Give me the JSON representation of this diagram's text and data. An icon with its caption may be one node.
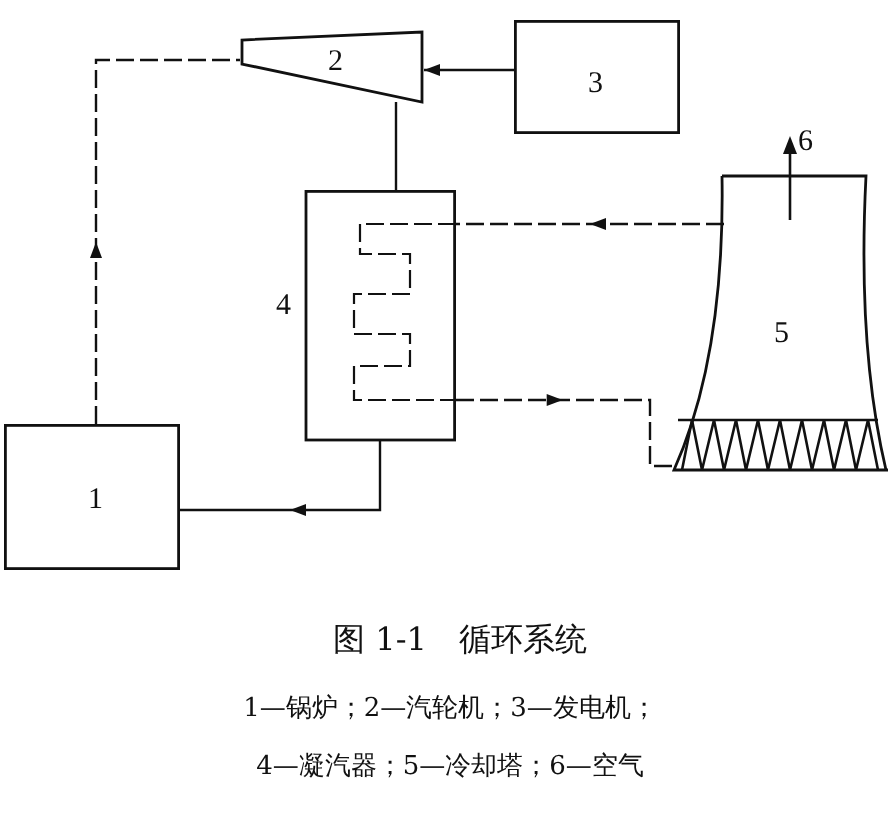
{
  "diagram": {
    "caption": "图 1-1　循环系统",
    "nodes": [
      {
        "text": [
          "1"
        ]
      },
      {
        "text": [
          "2"
        ]
      },
      {
        "text": [
          "3"
        ]
      },
      {
        "text": [
          "4"
        ]
      },
      {
        "text": [
          "5"
        ],
        "beside": [
          "6"
        ]
      }
    ],
    "edges": [
      {
        "from": 0,
        "to": 1,
        "arrow": "to",
        "style": "dashed"
      },
      {
        "from": 2,
        "to": 1,
        "arrow": "to"
      },
      {
        "from": 1,
        "to": 3,
        "arrow": "none"
      },
      {
        "from": 3,
        "to": 0,
        "arrow": "to"
      },
      {
        "from": 4,
        "to": 3,
        "arrow": "to",
        "style": "dashed"
      },
      {
        "from": 3,
        "to": 4,
        "arrow": "to",
        "style": "dashed"
      }
    ],
    "labels": [
      "1—锅炉；2—汽轮机；3—发电机；",
      "4—凝汽器；5—冷却塔；6—空气"
    ]
  }
}
